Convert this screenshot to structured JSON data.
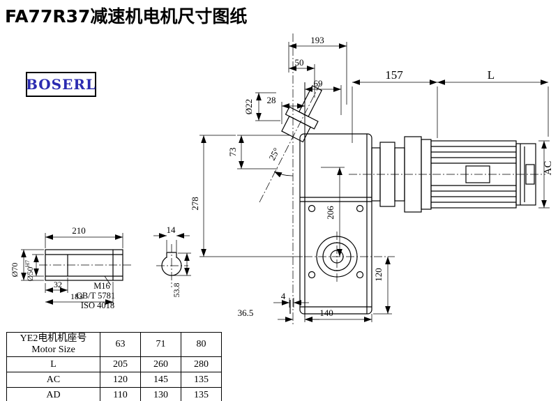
{
  "page": {
    "title": "FA77R37减速机电机尺寸图纸"
  },
  "logo": {
    "text": "BOSERL"
  },
  "dims": {
    "d193": "193",
    "d50": "50",
    "d69": "69",
    "d28": "28",
    "dia22": "Ø22",
    "d73": "73",
    "angle25": "25°",
    "d278": "278",
    "d157": "157",
    "L": "L",
    "AC": "AC",
    "d206": "206",
    "d120": "120",
    "d4": "4",
    "d36_5": "36.5",
    "d140": "140",
    "d210": "210",
    "d14": "14",
    "dia70": "Ø70",
    "dia50": "Ø50",
    "h7": "H7",
    "d32": "32",
    "d183": "183",
    "m16": "M16",
    "gbt5781": "GB/T 5781",
    "iso4018": "ISO 4018",
    "d53_8": "53.8"
  },
  "table": {
    "header": {
      "label_zh": "YE2电机机座号",
      "label_en": "Motor Size",
      "sizes": [
        "63",
        "71",
        "80"
      ]
    },
    "rows": [
      {
        "label": "L",
        "values": [
          "205",
          "260",
          "280"
        ]
      },
      {
        "label": "AC",
        "values": [
          "120",
          "145",
          "135"
        ]
      },
      {
        "label": "AD",
        "values": [
          "110",
          "130",
          "135"
        ]
      }
    ]
  }
}
